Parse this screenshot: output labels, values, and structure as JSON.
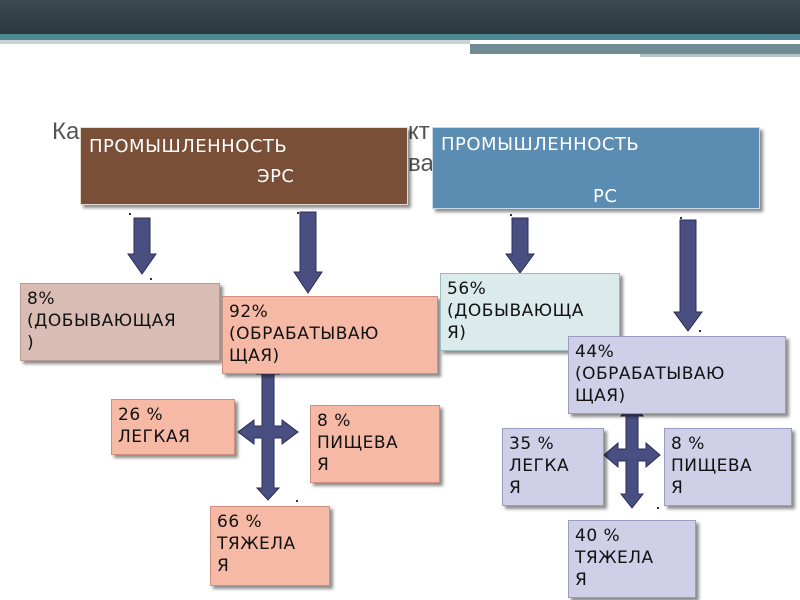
{
  "background_title_fragment": {
    "left": "Ка",
    "right_top": "кт",
    "right_bottom": "ва"
  },
  "ers": {
    "header": {
      "line1": "ПРОМЫШЛЕННОСТЬ",
      "line2": "ЭРС"
    },
    "extracting": {
      "line1": "8%",
      "line2": "(ДОБЫВАЮЩАЯ",
      "line3": ")"
    },
    "processing": {
      "line1": "92%",
      "line2": "(ОБРАБАТЫВАЮ",
      "line3": "ЩАЯ)"
    },
    "light": {
      "line1": "26 %",
      "line2": "ЛЕГКАЯ"
    },
    "food": {
      "line1": "8 %",
      "line2": "ПИЩЕВА",
      "line3": "Я"
    },
    "heavy": {
      "line1": "66 %",
      "line2": "ТЯЖЕЛА",
      "line3": "Я"
    }
  },
  "rs": {
    "header": {
      "line1": "ПРОМЫШЛЕННОСТЬ",
      "line2": "РС"
    },
    "extracting": {
      "line1": "56%",
      "line2": "(ДОБЫВАЮЩА",
      "line3": "Я)"
    },
    "processing": {
      "line1": "44%",
      "line2": "(ОБРАБАТЫВАЮ",
      "line3": "ЩАЯ)"
    },
    "light": {
      "line1": "35 %",
      "line2": "ЛЕГКА",
      "line3": "Я"
    },
    "food": {
      "line1": "8 %",
      "line2": "ПИЩЕВА",
      "line3": "Я"
    },
    "heavy": {
      "line1": "40 %",
      "line2": "ТЯЖЕЛА",
      "line3": "Я"
    }
  },
  "colors": {
    "ers_header": "#7a4f38",
    "rs_header": "#5b8db3",
    "arrow": "#4a4f82",
    "ers_extracting": "#d9bdb4",
    "ers_salmon": "#f6b9a6",
    "rs_extracting": "#dbeaea",
    "rs_lavender": "#cfcfe8"
  }
}
